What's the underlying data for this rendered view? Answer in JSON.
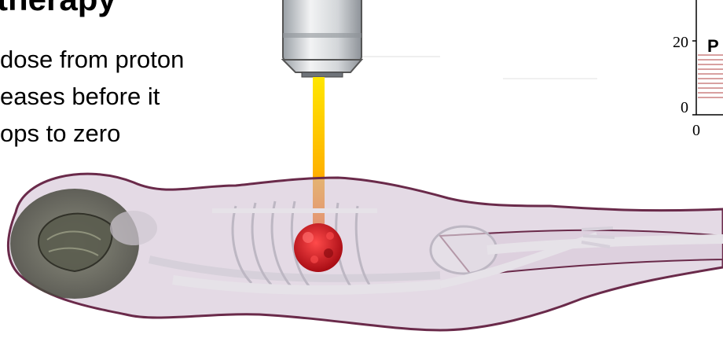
{
  "slide": {
    "title": "therapy",
    "body_lines": [
      "dose from proton",
      "eases before it",
      "ops to zero"
    ]
  },
  "inset_plot": {
    "y_ticks": [
      "20",
      "0"
    ],
    "x_ticks": [
      "0"
    ],
    "curve_label": "P",
    "line_color": "#b04040"
  },
  "illustration": {
    "elements": [
      "microscope-objective-icon",
      "proton-beam",
      "tumor",
      "patient-body",
      "skeleton"
    ],
    "colors": {
      "objective": "#cfd2d6",
      "beam_top": "#ffe600",
      "beam_bottom": "#ff5a00",
      "tumor": "#c8141e",
      "body_outline": "#6a2a4a",
      "body_fill": "#c9b6c8",
      "bone": "#e6e2e8"
    }
  }
}
